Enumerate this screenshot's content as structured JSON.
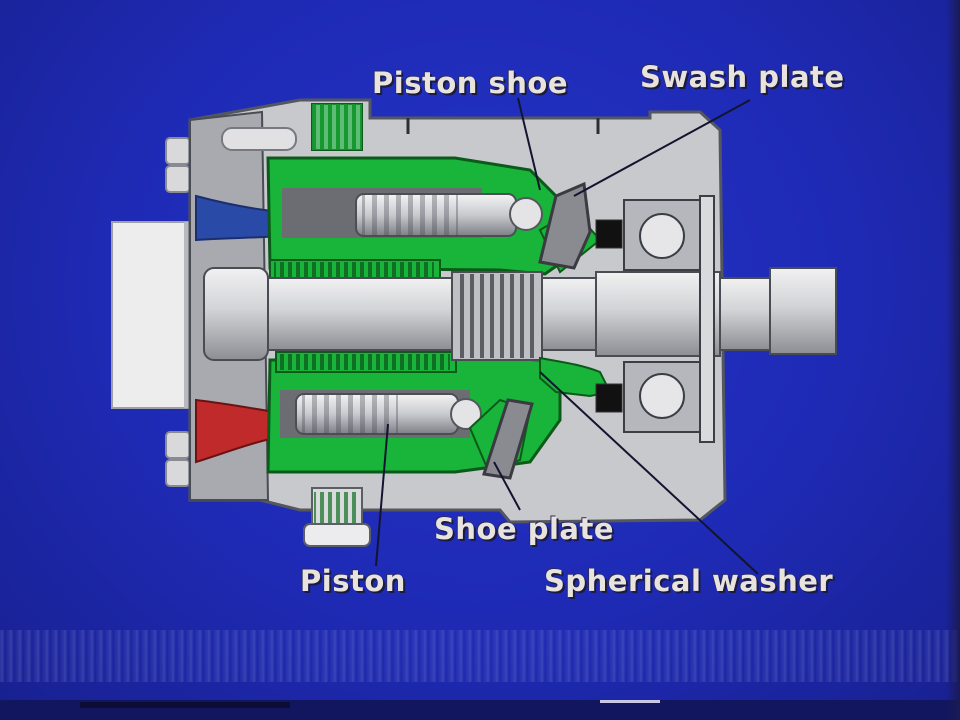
{
  "diagram": {
    "labels": {
      "piston_shoe": "Piston shoe",
      "swash_plate": "Swash plate",
      "shoe_plate": "Shoe plate",
      "piston": "Piston",
      "spherical_washer": "Spherical washer"
    }
  },
  "colors": {
    "background": "#1e2ab4",
    "housing": "#c8c9cd",
    "housing_dark": "#a9aab0",
    "cylinder_block": "#19b43a",
    "suction_port": "#2a4aa8",
    "pressure_port": "#c02a2a",
    "shaft": "#d9dadc",
    "label_text": "#e9e3dd",
    "leader_line": "#121430"
  }
}
